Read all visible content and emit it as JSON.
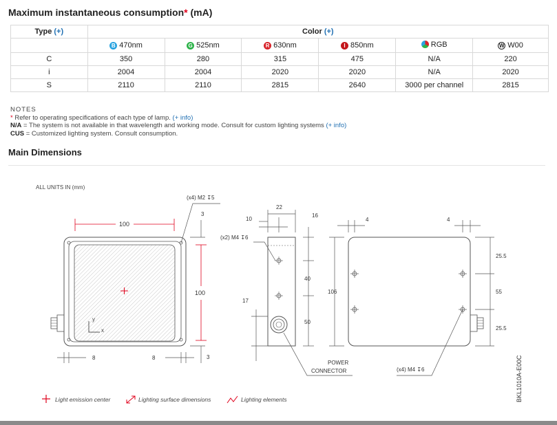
{
  "title": {
    "main": "Maximum instantaneous consumption",
    "asterisk": "*",
    "unit": " (mA)"
  },
  "table": {
    "type_label": "Type",
    "color_label": "Color",
    "plus": "(+)",
    "bands": [
      {
        "icon": "B",
        "label": "470nm",
        "color": "#2aa3e0"
      },
      {
        "icon": "G",
        "label": "525nm",
        "color": "#2db34a"
      },
      {
        "icon": "R",
        "label": "630nm",
        "color": "#d8232a"
      },
      {
        "icon": "I",
        "label": "850nm",
        "color": "#c4161c"
      },
      {
        "icon": "",
        "label": "RGB",
        "color": "#3a8c3a"
      },
      {
        "icon": "W",
        "label": "W00",
        "color": "#ffffff"
      }
    ],
    "rows": [
      {
        "type": "C",
        "values": [
          "350",
          "280",
          "315",
          "475",
          "N/A",
          "220"
        ]
      },
      {
        "type": "i",
        "values": [
          "2004",
          "2004",
          "2020",
          "2020",
          "N/A",
          "2020"
        ]
      },
      {
        "type": "S",
        "values": [
          "2110",
          "2110",
          "2815",
          "2640",
          "3000 per channel",
          "2815"
        ]
      }
    ]
  },
  "notes": {
    "title": "NOTES",
    "line1": {
      "asterisk": "*",
      "text": " Refer to operating specifications of each type of lamp.",
      "link": "(+ info)"
    },
    "line2": {
      "bold": "N/A",
      "text": " = The system is not available in that wavelength and working mode. Consult for custom lighting systems",
      "link": "(+ info)"
    },
    "line3": {
      "bold": "CUS",
      "text": " = Customized lighting system. Consult consumption."
    }
  },
  "section_title": "Main Dimensions",
  "drawing": {
    "units": "ALL UNITS IN (mm)",
    "m2_label": "(x4) M2 ↧5",
    "m4_side": "(x2) M4 ↧6",
    "m4_back": "(x4) M4 ↧6",
    "dims": {
      "width": "100",
      "height": "100",
      "edge3": "3",
      "edge8": "8",
      "d22": "22",
      "d10": "10",
      "d16": "16",
      "d40": "40",
      "d50": "50",
      "d106": "106",
      "d17": "17",
      "d4": "4",
      "d25": "25.5",
      "d55": "55"
    },
    "power": [
      "POWER",
      "CONNECTOR"
    ],
    "code": "BKL1010A-E00C",
    "axes": {
      "x": "x",
      "y": "y"
    }
  },
  "legend": {
    "emission": "Light emission center",
    "surface": "Lighting surface dimensions",
    "elements": "Lighting elements"
  },
  "colors": {
    "accent_red": "#e0001b",
    "link_blue": "#1f6fb2",
    "drawing_line": "#555555"
  }
}
